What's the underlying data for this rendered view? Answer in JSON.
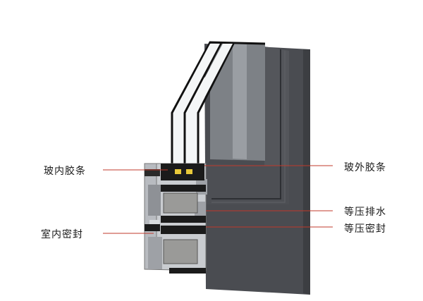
{
  "labels": {
    "inner_glazing_strip": "玻内胶条",
    "inner_seal": "室内密封",
    "outer_glazing_strip": "玻外胶条",
    "pressure_drainage": "等压排水",
    "pressure_seal": "等压密封"
  },
  "colors": {
    "frame_face": "#4a4c51",
    "frame_edge": "#2e3034",
    "aluminum": "#c9ccd0",
    "glass": "#f4f6f7",
    "gasket": "#1b1b1b",
    "foam": "#9a9a98",
    "accent_yellow": "#e8c93a",
    "leader_line": "#c0392b"
  }
}
